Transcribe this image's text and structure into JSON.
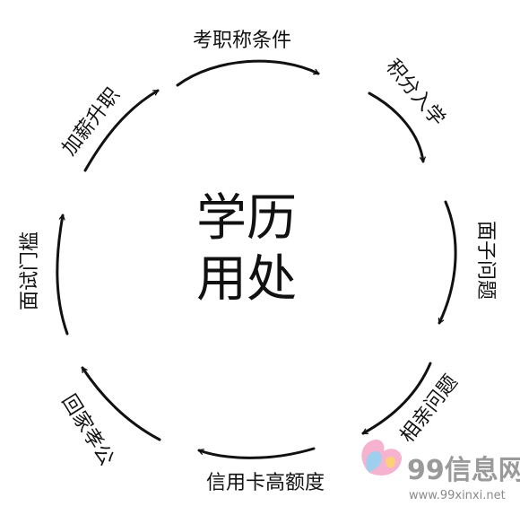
{
  "center": {
    "line1": "学历",
    "line2": "用处"
  },
  "cycle_labels": [
    "考职称条件",
    "积分入学",
    "面子问题",
    "相亲问题",
    "信用卡高额度",
    "回家孝公",
    "面试门槛",
    "加薪升职"
  ],
  "watermark": {
    "brand": "99信息网",
    "url": "www.99xinxi.net"
  },
  "colors": {
    "ink": "#111111",
    "watermark": "#8a8a8a"
  }
}
